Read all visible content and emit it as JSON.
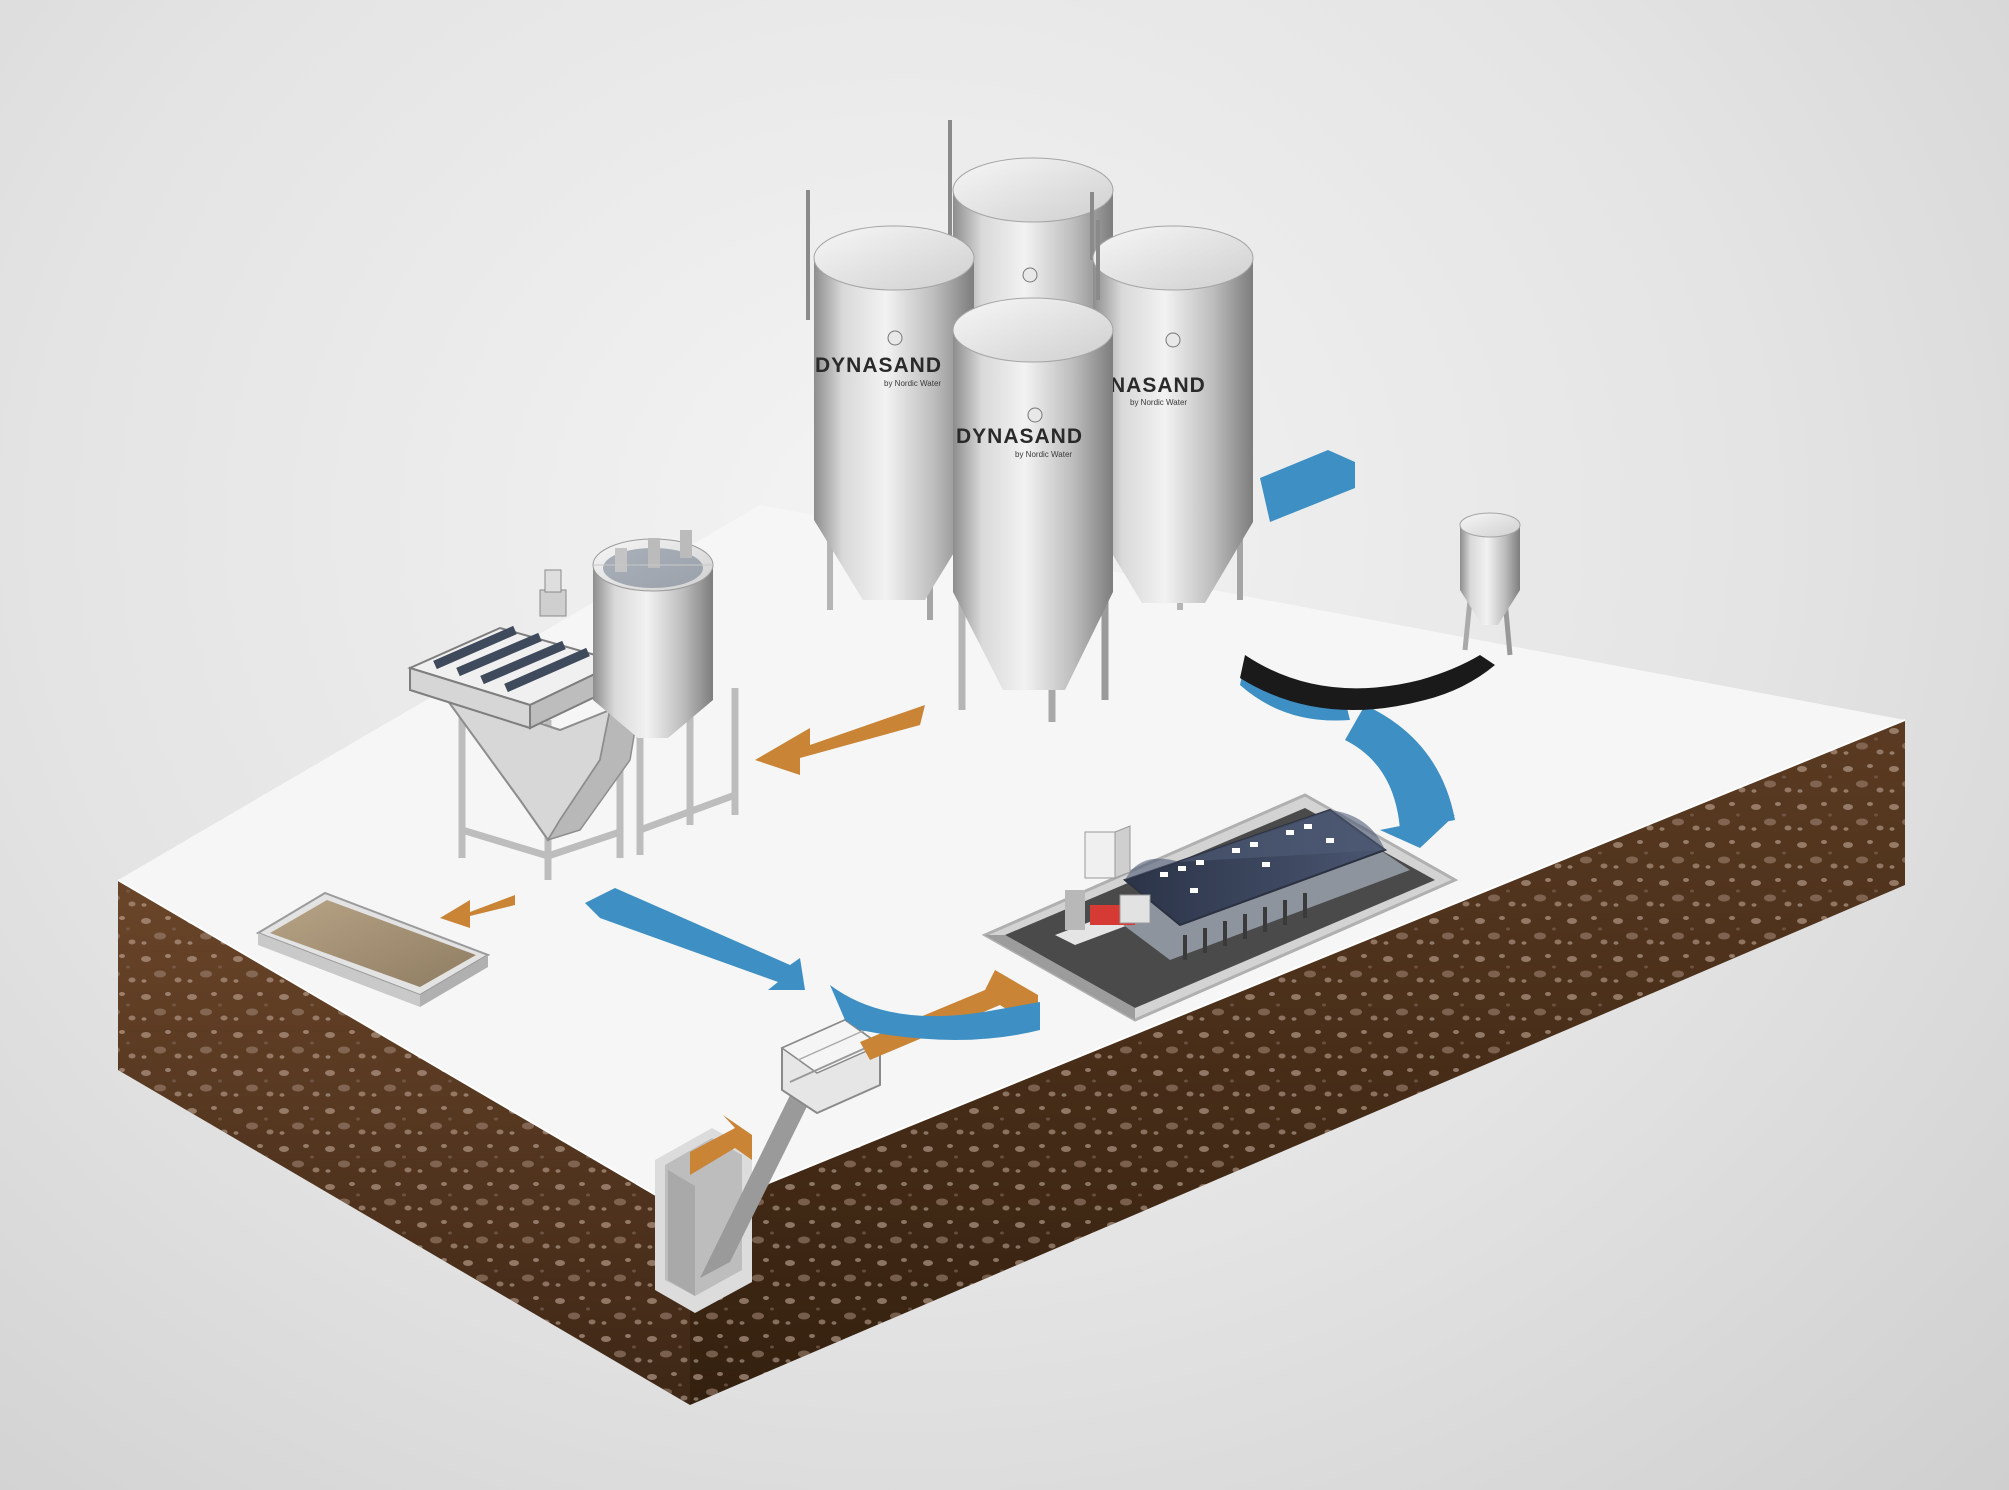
{
  "diagram": {
    "tanks": [
      {
        "id": "back-left",
        "brand": "DYNASAND",
        "sub": "by Nordic Water"
      },
      {
        "id": "back-right",
        "brand": "NASAND",
        "sub": "by Nordic Water"
      },
      {
        "id": "front",
        "brand": "DYNASAND",
        "sub": "by Nordic Water"
      }
    ],
    "colors": {
      "flow_blue": "#3d8fc4",
      "flow_orange": "#c98436",
      "flow_black": "#1a1a1a",
      "ground_top": "#f6f6f6",
      "soil": "#5a3b26",
      "steel": "#c9c9c9"
    }
  }
}
